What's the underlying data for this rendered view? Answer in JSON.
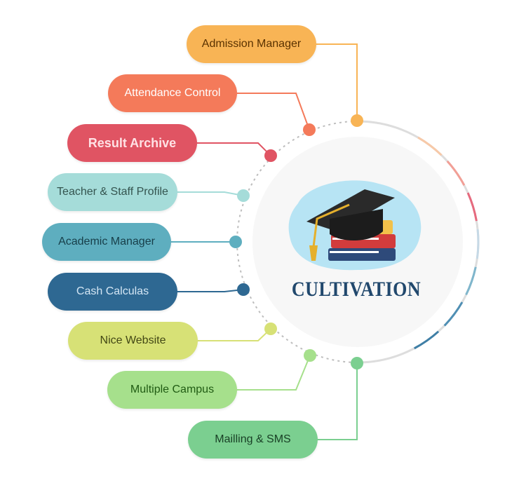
{
  "center": {
    "label": "CULTIVATION",
    "icon": "graduation-cap-books-icon"
  },
  "features": [
    {
      "label": "Admission Manager",
      "color": "#f8b455",
      "text_color": "#5a3200",
      "bold": false
    },
    {
      "label": "Attendance Control",
      "color": "#f47a5a",
      "text_color": "#ffffff",
      "bold": false
    },
    {
      "label": "Result Archive",
      "color": "#e05463",
      "text_color": "#ffe2e5",
      "bold": true
    },
    {
      "label": "Teacher & Staff Profile",
      "color": "#a5dcd9",
      "text_color": "#34544f",
      "bold": false
    },
    {
      "label": "Academic Manager",
      "color": "#5eaebf",
      "text_color": "#173e49",
      "bold": false
    },
    {
      "label": "Cash Calculas",
      "color": "#2e6892",
      "text_color": "#d4e6f4",
      "bold": false
    },
    {
      "label": "Nice Website",
      "color": "#d7e176",
      "text_color": "#424715",
      "bold": false
    },
    {
      "label": "Multiple Campus",
      "color": "#a6e08c",
      "text_color": "#205b13",
      "bold": false
    },
    {
      "label": "Mailling & SMS",
      "color": "#7bcf90",
      "text_color": "#183f25",
      "bold": false
    }
  ]
}
